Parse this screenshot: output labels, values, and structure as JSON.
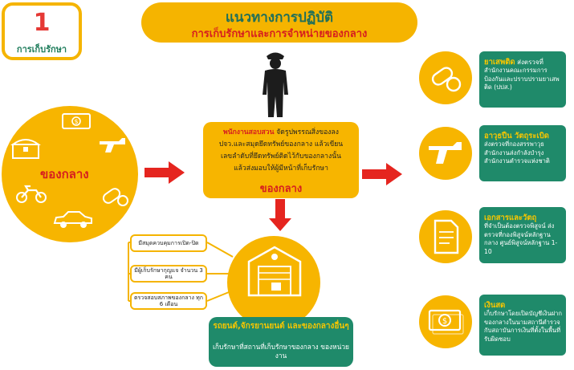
{
  "step": {
    "number": "1",
    "label": "การเก็บรักษา"
  },
  "header": {
    "title": "แนวทางการปฏิบัติ",
    "subtitle": "การเก็บรักษาและการจำหน่ายของกลาง"
  },
  "left": {
    "label": "ของกลาง",
    "icons": [
      "money-icon",
      "treasure-chest-icon",
      "gun-icon",
      "motorcycle-icon",
      "pills-icon",
      "car-icon"
    ]
  },
  "center": {
    "highlight": "พนักงานสอบสวน",
    "line1_rest": " จัดรูปพรรณสิ่งของลง",
    "line2": "ปจว.และสมุดยึดทรัพย์ของกลาง แล้วเขียน",
    "line3": "เลขลำดับที่ยึดทรัพย์ติดไว้กับของกลางนั้น",
    "line4": "แล้วส่งมอบให้ผู้มีหน้าที่เก็บรักษา",
    "goods": "ของกลาง"
  },
  "storage": {
    "checks": [
      "มีสมุดควบคุมการเปิด-ปิด",
      "มีผู้เก็บรักษากุญแจ จำนวน 3 คน",
      "ตรวจสอบสภาพของกลาง ทุก 6 เดือน"
    ],
    "title": "รถยนต์,จักรยานยนต์ และของกลางอื่นๆ",
    "text": "เก็บรักษาที่สถานที่เก็บรักษาของกลาง ของหน่วยงาน"
  },
  "right": [
    {
      "icon": "pills-icon",
      "title": "ยาเสพติด",
      "title_suffix": " ส่งตรวจที่",
      "text": "สำนักงานคณะกรรมการป้องกันและปราบปรามยาเสพติด (ปปส.)"
    },
    {
      "icon": "gun-icon",
      "title": "อาวุธปืน วัตถุระเบิด",
      "title_suffix": "",
      "text": "ส่งตรวจที่กองสรรพาวุธ สำนักงานส่งกำลังบำรุง สำนักงานตำรวจแห่งชาติ"
    },
    {
      "icon": "document-icon",
      "title": "เอกสารและวัตถุ",
      "title_suffix": "",
      "text": "ที่จำเป็นต้องตรวจพิสูจน์ ส่งตรวจที่กองพิสูจน์หลักฐานกลาง ศูนย์พิสูจน์หลักฐาน 1-10"
    },
    {
      "icon": "money-icon",
      "title": "เงินสด",
      "title_suffix": "",
      "text": "เก็บรักษาโดยเปิดบัญชีเงินฝากของกลางในนามสถานีตำรวจ กับสถาบันการเงินที่ตั้งในพื้นที่รับผิดชอบ"
    }
  ],
  "colors": {
    "yellow": "#f7b500",
    "green": "#1f8a6a",
    "red": "#d61f1f",
    "dark": "#1c1c1c"
  }
}
